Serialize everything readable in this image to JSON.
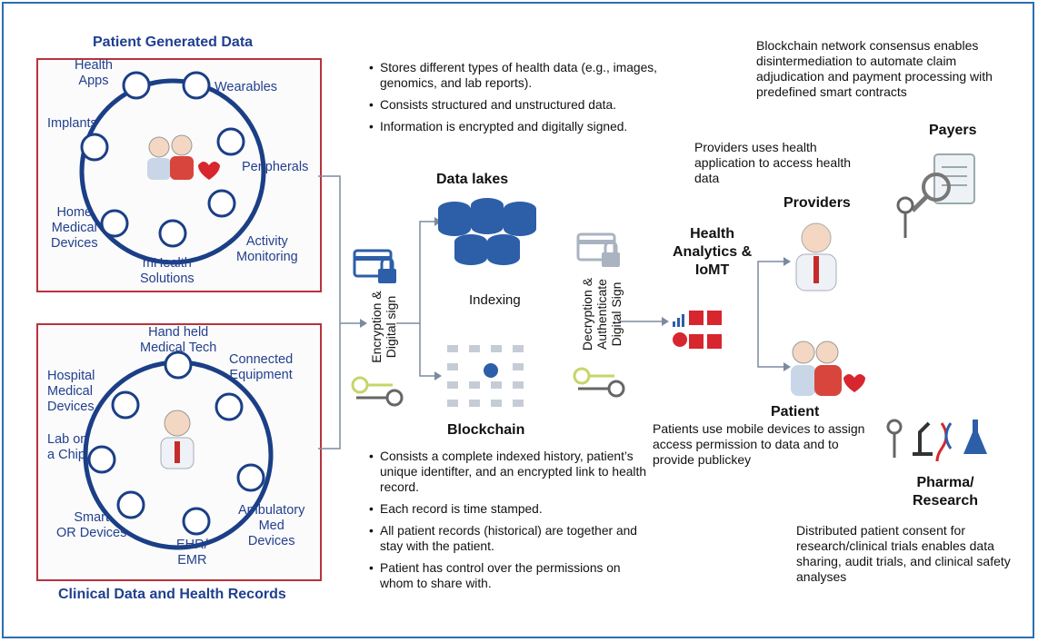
{
  "patient_generated": {
    "title": "Patient Generated Data",
    "labels": {
      "health_apps": "Health\nApps",
      "wearables": "Wearables",
      "implants": "Implants",
      "peripherals": "Peripherals",
      "home_medical": "Home\nMedical\nDevices",
      "activity": "Activity\nMonitoring",
      "mhealth": "mHealth\nSolutions"
    }
  },
  "clinical": {
    "title": "Clinical Data and Health Records",
    "labels": {
      "handheld": "Hand held\nMedical Tech",
      "connected": "Connected\nEquipment",
      "hospital": "Hospital\nMedical\nDevices",
      "lab_chip": "Lab on\na Chip",
      "smart_or": "Smart\nOR Devices",
      "ehr": "EHR/\nEMR",
      "ambulatory": "Ambulatory\nMed\nDevices"
    }
  },
  "data_lakes": {
    "title": "Data lakes",
    "bullets": [
      "Stores different types of health data (e.g., images, genomics, and lab reports).",
      "Consists structured and unstructured data.",
      "Information is encrypted and digitally signed."
    ]
  },
  "encryption_label": "Encryption &\nDigital sign",
  "indexing_label": "Indexing",
  "blockchain": {
    "title": "Blockchain",
    "bullets": [
      "Consists a complete indexed history, patient’s unique identifter, and an encrypted link to health record.",
      "Each record is time stamped.",
      "All patient records (historical) are together and stay with the patient.",
      "Patient has control over the permissions on whom to share with."
    ]
  },
  "decryption_label": "Decryption &\nAuthenticate\nDigital Sign",
  "analytics_title": "Health\nAnalytics &\nIoMT",
  "providers": {
    "title": "Providers",
    "note": "Providers uses health application to access health data"
  },
  "patient": {
    "title": "Patient",
    "note": "Patients use mobile devices to assign access permission to data and to provide publickey"
  },
  "payers": {
    "title": "Payers",
    "note": "Blockchain network consensus enables disintermediation to automate claim adjudication and payment processing with predefined smart contracts"
  },
  "pharma": {
    "title": "Pharma/\nResearch",
    "note": "Distributed patient consent for research/clinical trials enables data sharing, audit trials, and clinical safety analyses"
  },
  "colors": {
    "border": "#2a6fb0",
    "box_border": "#b8323c",
    "title_blue": "#1f3f8f",
    "ring": "#1b3f86",
    "db_blue": "#2d5ea8"
  }
}
